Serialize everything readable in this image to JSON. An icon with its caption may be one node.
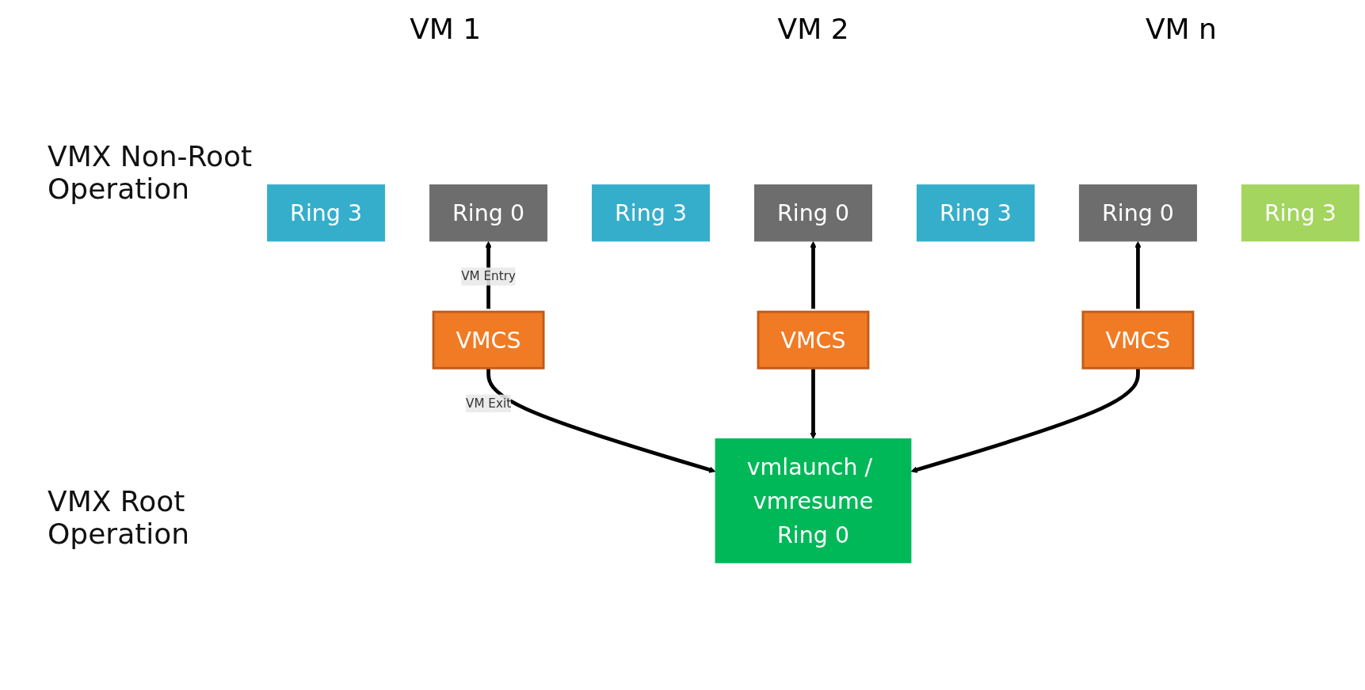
{
  "diagram": {
    "nodes": [
      {
        "text": [
          "Ring 3"
        ]
      },
      {
        "text": [
          "Ring 0"
        ]
      },
      {
        "text": [
          "Ring 3"
        ]
      },
      {
        "text": [
          "Ring 0"
        ]
      },
      {
        "text": [
          "Ring 3"
        ]
      },
      {
        "text": [
          "Ring 0"
        ]
      },
      {
        "text": [
          "VMCS"
        ]
      },
      {
        "text": [
          "VMCS"
        ]
      },
      {
        "text": [
          "VMCS"
        ]
      },
      {
        "text": [
          "Ring 3"
        ]
      },
      {
        "text": [
          "vmlaunch / vmresume",
          "Ring 0"
        ]
      }
    ],
    "edges": [
      {
        "from": 6,
        "to": 1,
        "arrow": "to",
        "label": "VM Entry"
      },
      {
        "from": 7,
        "to": 3,
        "arrow": "to"
      },
      {
        "from": 8,
        "to": 5,
        "arrow": "to"
      },
      {
        "from": 6,
        "to": 10,
        "arrow": "to",
        "label": "VM Exit"
      },
      {
        "from": 7,
        "to": 10,
        "arrow": "to"
      },
      {
        "from": 8,
        "to": 10,
        "arrow": "to"
      }
    ],
    "labels": [
      "VM 1",
      "VM 2",
      "VM n",
      "VMX Non-Root Operation",
      "VMX Root Operation"
    ]
  }
}
